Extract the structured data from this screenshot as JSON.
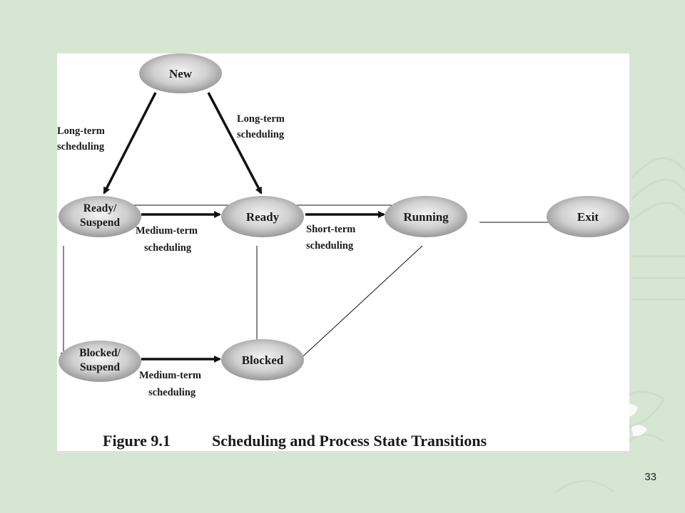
{
  "diagram": {
    "nodes": {
      "new": {
        "label": [
          "New"
        ]
      },
      "ready_suspend": {
        "label": [
          "Ready/",
          "Suspend"
        ]
      },
      "ready": {
        "label": [
          "Ready"
        ]
      },
      "running": {
        "label": [
          "Running"
        ]
      },
      "exit": {
        "label": [
          "Exit"
        ]
      },
      "blocked_suspend": {
        "label": [
          "Blocked/",
          "Suspend"
        ]
      },
      "blocked": {
        "label": [
          "Blocked"
        ]
      }
    },
    "edge_labels": {
      "long_term_left": [
        "Long-term",
        "scheduling"
      ],
      "long_term_right": [
        "Long-term",
        "scheduling"
      ],
      "medium_term_top": [
        "Medium-term",
        "scheduling"
      ],
      "short_term": [
        "Short-term",
        "scheduling"
      ],
      "medium_term_bottom": [
        "Medium-term",
        "scheduling"
      ]
    },
    "caption": {
      "number": "Figure 9.1",
      "title": "Scheduling and Process State Transitions"
    }
  },
  "slide": {
    "number": "33"
  }
}
